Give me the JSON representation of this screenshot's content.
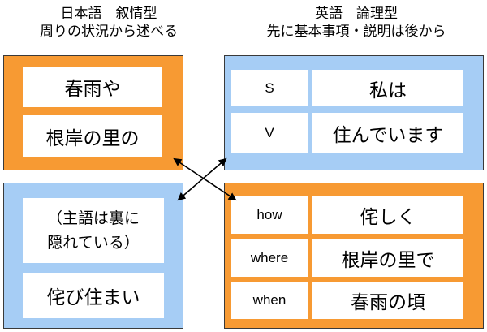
{
  "left_header": {
    "line1": "日本語　叙情型",
    "line2": "周りの状況から述べる"
  },
  "right_header": {
    "line1": "英語　論理型",
    "line2": "先に基本事項・説明は後から"
  },
  "japanese_top": {
    "cell1": "春雨や",
    "cell2": "根岸の里の"
  },
  "japanese_bottom": {
    "cell1_line1": "（主語は裏に",
    "cell1_line2": "隠れている）",
    "cell2": "侘び住まい"
  },
  "english_top": {
    "rows": [
      {
        "label": "S",
        "text": "私は"
      },
      {
        "label": "V",
        "text": "住んでいます"
      }
    ]
  },
  "english_bottom": {
    "rows": [
      {
        "label": "how",
        "text": "侘しく"
      },
      {
        "label": "where",
        "text": "根岸の里で"
      },
      {
        "label": "when",
        "text": "春雨の頃"
      }
    ]
  },
  "colors": {
    "orange": "#f79a33",
    "blue": "#a6cdf5",
    "arrow": "#000000"
  },
  "icons": {
    "crossing": "double-headed-arrows"
  }
}
